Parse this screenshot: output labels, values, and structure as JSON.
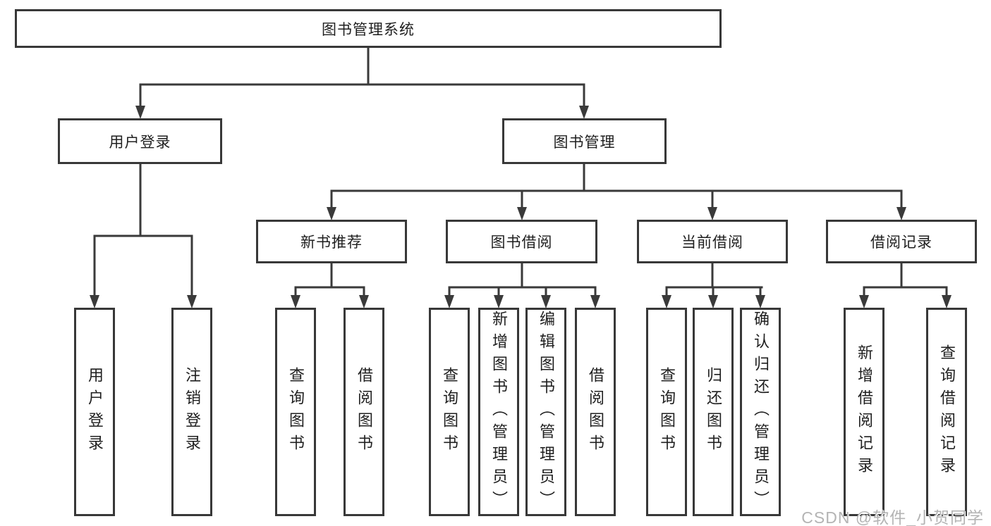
{
  "diagram": {
    "root": {
      "label": "图书管理系统"
    },
    "level1": [
      {
        "label": "用户登录",
        "children": [
          {
            "label": "用户登录"
          },
          {
            "label": "注销登录"
          }
        ]
      },
      {
        "label": "图书管理",
        "children": [
          {
            "label": "新书推荐",
            "children": [
              {
                "label": "查询图书"
              },
              {
                "label": "借阅图书"
              }
            ]
          },
          {
            "label": "图书借阅",
            "children": [
              {
                "label": "查询图书"
              },
              {
                "label": "新增图书（管理员）"
              },
              {
                "label": "编辑图书（管理员）"
              },
              {
                "label": "借阅图书"
              }
            ]
          },
          {
            "label": "当前借阅",
            "children": [
              {
                "label": "查询图书"
              },
              {
                "label": "归还图书"
              },
              {
                "label": "确认归还（管理员）"
              }
            ]
          },
          {
            "label": "借阅记录",
            "children": [
              {
                "label": "新增借阅记录"
              },
              {
                "label": "查询借阅记录"
              }
            ]
          }
        ]
      }
    ]
  },
  "watermark": {
    "text": "CSDN @软件_小贺同学"
  },
  "colors": {
    "line": "#3a3a3a",
    "border": "#383838",
    "text": "#1f1f1f",
    "box_background": "#ffffff",
    "watermark": "#b4b4b4"
  }
}
